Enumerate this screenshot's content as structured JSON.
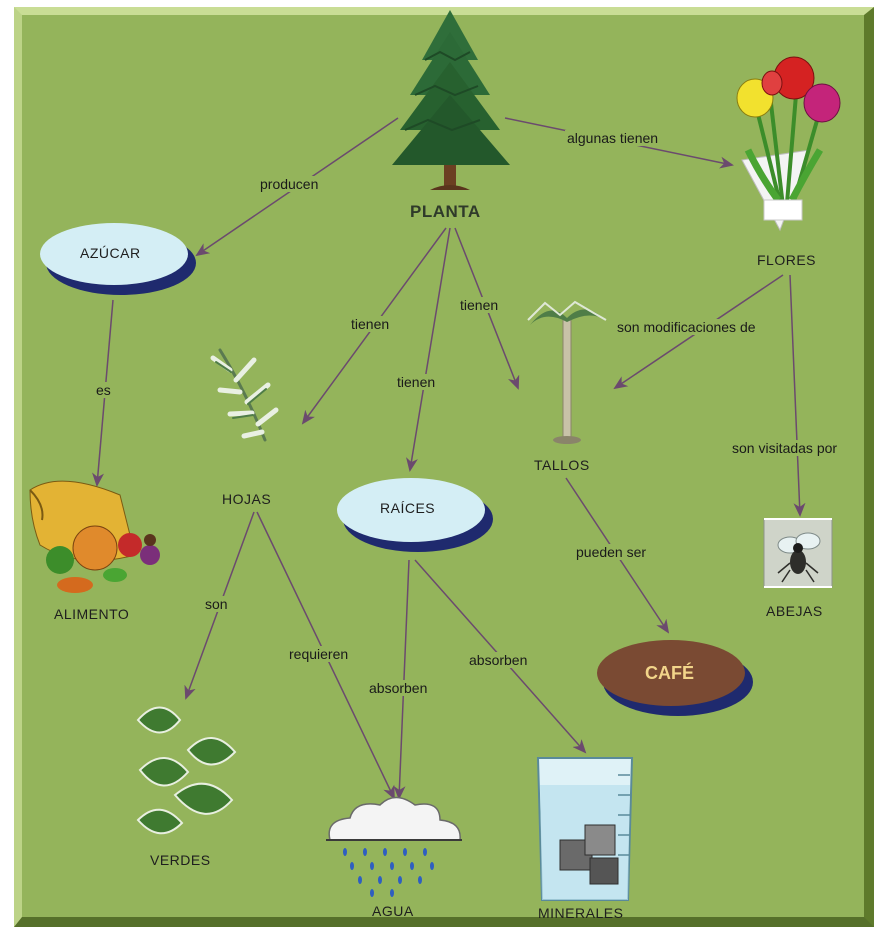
{
  "nodes": {
    "planta": "PLANTA",
    "azucar": "AZÚCAR",
    "flores": "FLORES",
    "alimento": "ALIMENTO",
    "hojas": "HOJAS",
    "raices": "RAÍCES",
    "tallos": "TALLOS",
    "abejas": "ABEJAS",
    "cafe": "CAFÉ",
    "verdes": "VERDES",
    "agua": "AGUA",
    "minerales": "MINERALES"
  },
  "links": {
    "producen": "producen",
    "algunas_tienen": "algunas tienen",
    "es": "es",
    "tienen_hojas": "tienen",
    "tienen_raices": "tienen",
    "tienen_tallos": "tienen",
    "son_modificaciones_de": "son modificaciones de",
    "son_visitadas_por": "son visitadas por",
    "pueden_ser": "pueden ser",
    "son": "son",
    "requieren": "requieren",
    "absorben_agua": "absorben",
    "absorben_minerales": "absorben"
  },
  "colors": {
    "background": "#94b45b",
    "arrow": "#6b4a6e",
    "oval_light": "#d4eef5",
    "oval_shadow": "#1f2a6e",
    "cafe_oval": "#7a4a33"
  }
}
